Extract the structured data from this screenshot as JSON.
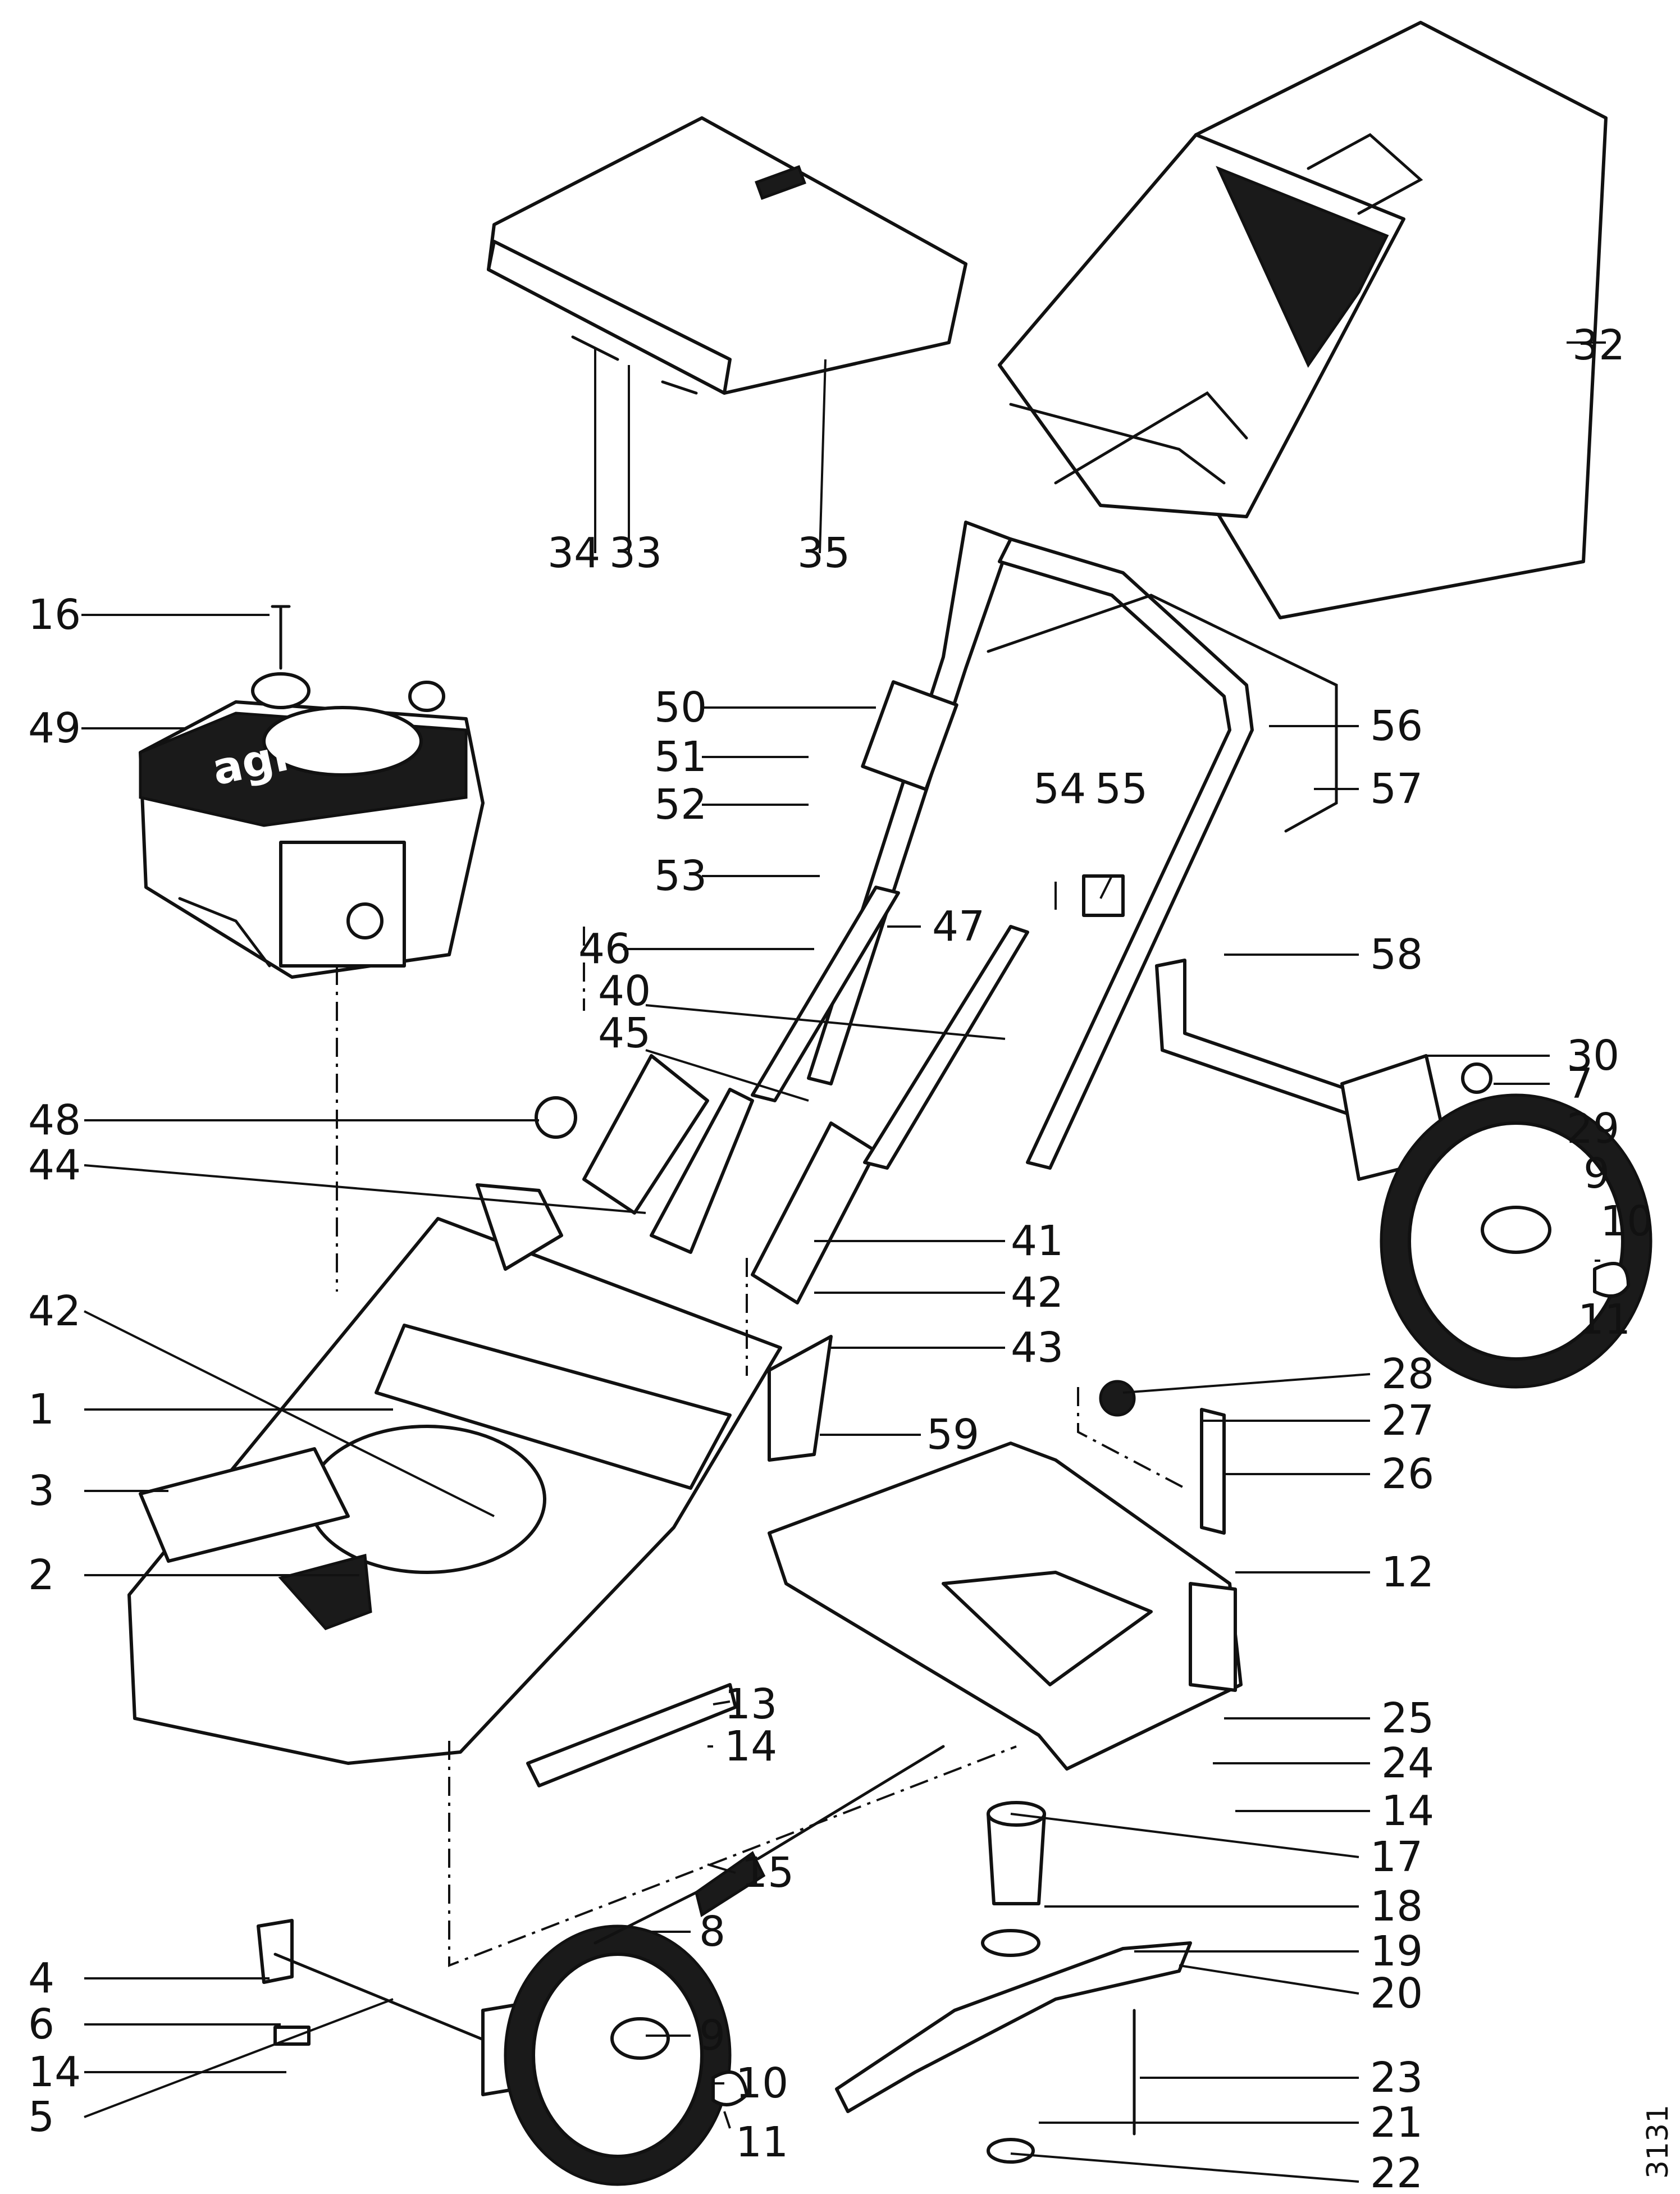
{
  "diagram": {
    "drawing_code": "3131",
    "engine_logo": "agria",
    "callouts": [
      "1",
      "2",
      "3",
      "4",
      "5",
      "6",
      "7",
      "8",
      "9",
      "9",
      "10",
      "10",
      "11",
      "11",
      "12",
      "13",
      "14",
      "14",
      "14",
      "15",
      "16",
      "17",
      "18",
      "19",
      "20",
      "21",
      "22",
      "23",
      "24",
      "25",
      "26",
      "27",
      "28",
      "29",
      "30",
      "32",
      "33",
      "34",
      "35",
      "40",
      "41",
      "42",
      "42",
      "43",
      "44",
      "45",
      "46",
      "47",
      "48",
      "49",
      "50",
      "51",
      "52",
      "53",
      "54",
      "55",
      "56",
      "57",
      "58",
      "59"
    ]
  }
}
